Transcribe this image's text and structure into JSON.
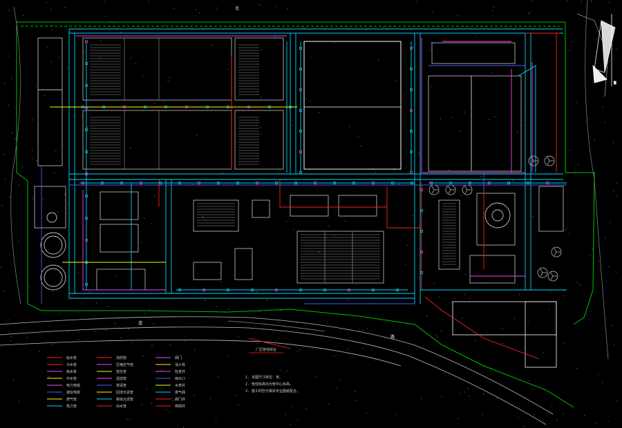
{
  "drawing": {
    "background": "#000000",
    "palette": {
      "boundary": "#00c000",
      "water": "#00d8ff",
      "sewer": "#ff2020",
      "power": "#ff40ff",
      "gas": "#ffff00",
      "structure": "#c8c8c8",
      "blue": "#4a5cff",
      "white": "#ffffff"
    },
    "labels": {
      "north_mark": "北",
      "compass_n": "N",
      "road_a": "道",
      "road_b": "路"
    },
    "legend": {
      "columns": [
        [
          "给水管",
          "污水管",
          "雨水管",
          "中水管",
          "电力电缆",
          "通信电缆",
          "燃气管",
          "热力管"
        ],
        [
          "加药管",
          "压缩空气管",
          "放空管",
          "溢流管",
          "排泥管",
          "回流污泥管",
          "剩余污泥管",
          "出水管"
        ],
        [
          "阀门",
          "消火栓",
          "检查井",
          "雨水口",
          "水表井",
          "排气阀",
          "阀门井",
          "闸阀井"
        ]
      ]
    },
    "notes": [
      "1. 本图尺寸单位：米。",
      "2. 管线标高均为管中心标高。",
      "3. 施工时应与相关专业图纸配合。"
    ],
    "title": "厂区管线综合"
  }
}
